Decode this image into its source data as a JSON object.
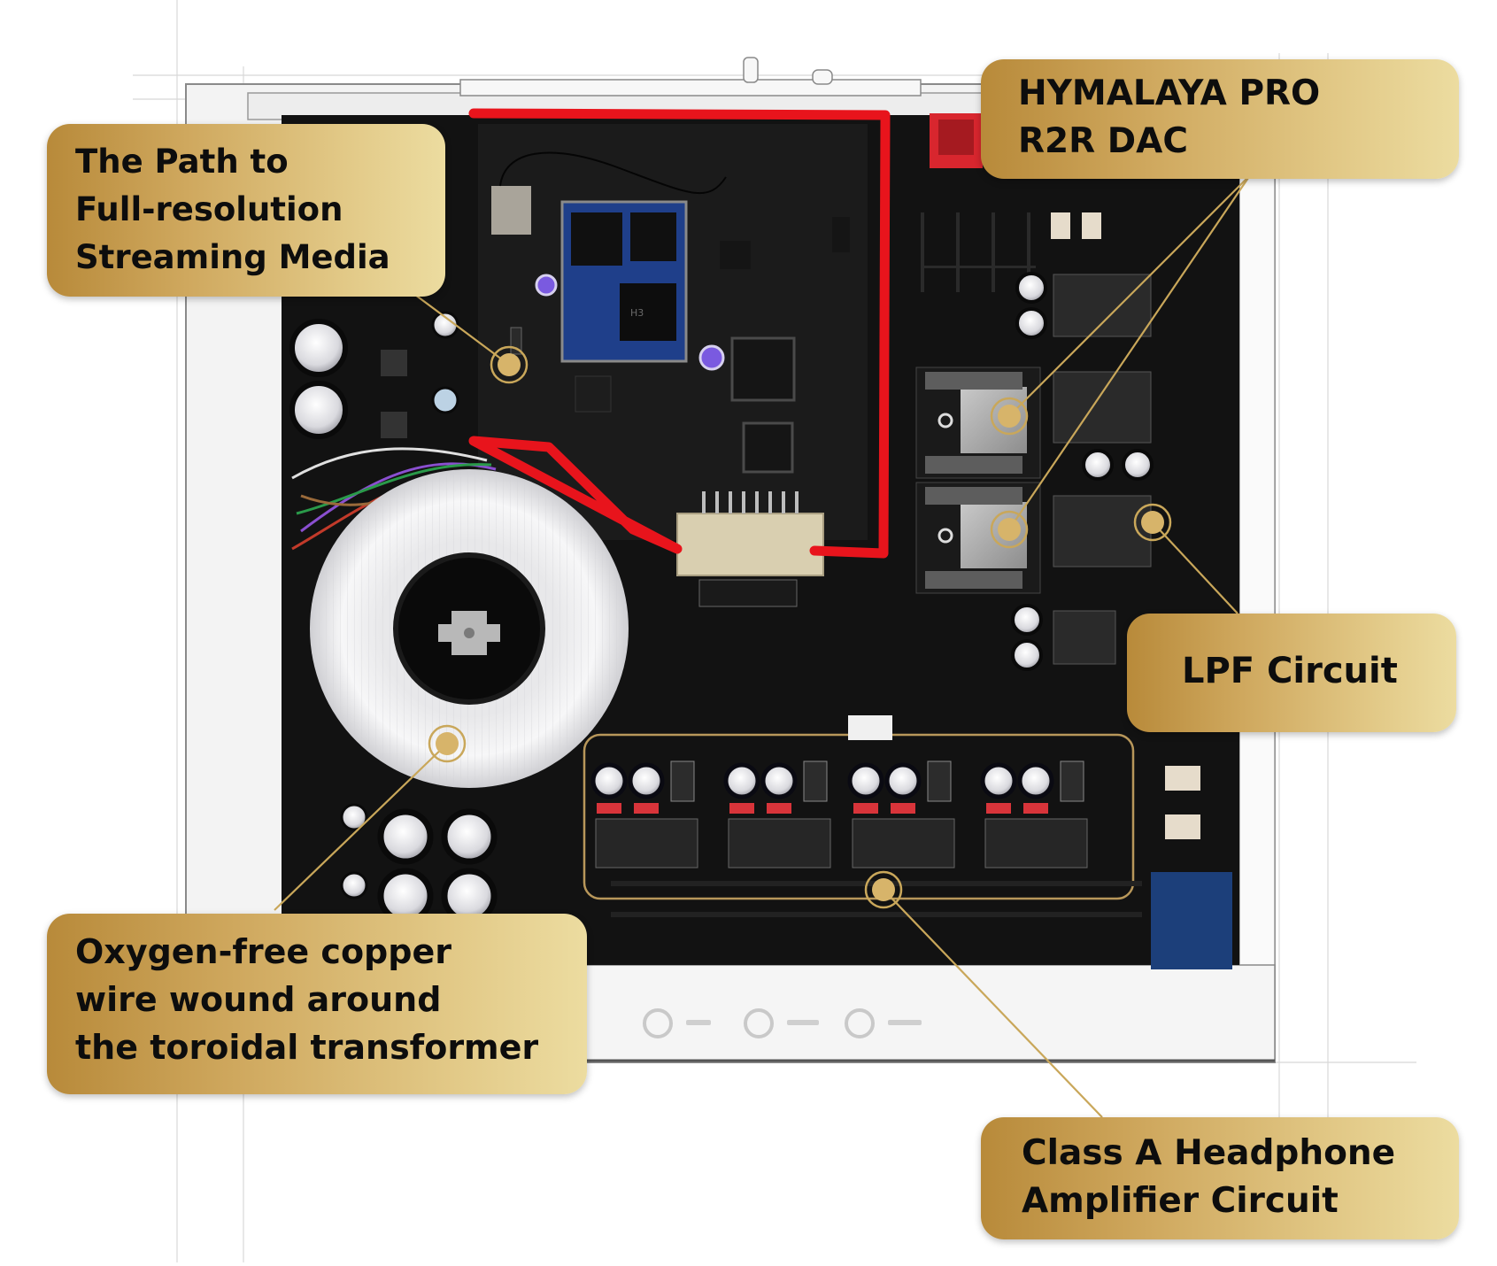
{
  "diagram": {
    "subject": "Audio streamer / R2R DAC internal layout (top view)",
    "callouts": [
      {
        "id": "streaming",
        "lines": [
          "The Path to",
          "Full-resolution",
          "Streaming Media"
        ],
        "points_to": "streaming module board (H3 SoC)"
      },
      {
        "id": "dac",
        "lines": [
          "HYMALAYA PRO",
          "R2R DAC"
        ],
        "points_to": "two shielded R2R DAC modules"
      },
      {
        "id": "lpf",
        "lines": [
          "LPF Circuit"
        ],
        "points_to": "low-pass filter op-amp section"
      },
      {
        "id": "copper",
        "lines": [
          "Oxygen-free copper",
          "wire wound around",
          "the toroidal transformer"
        ],
        "points_to": "toroidal transformer"
      },
      {
        "id": "headphone",
        "lines": [
          "Class A Headphone",
          "Amplifier Circuit"
        ],
        "points_to": "headphone amplifier section"
      }
    ],
    "highlight": {
      "shape": "hand-drawn outline",
      "color": "#e8141c",
      "encloses": "streaming module board"
    },
    "chip_marking": "H3",
    "colors": {
      "callout_gold_dark": "#b88a3a",
      "callout_gold_light": "#ecdca0",
      "callout_text": "#0d0d0d",
      "pcb": "#111111",
      "chassis": "#f2f2f2",
      "leader_line": "#c9a75a",
      "highlight_red": "#e8141c",
      "module_blue": "#1f3f8a"
    },
    "front_panel_buttons": 3
  }
}
